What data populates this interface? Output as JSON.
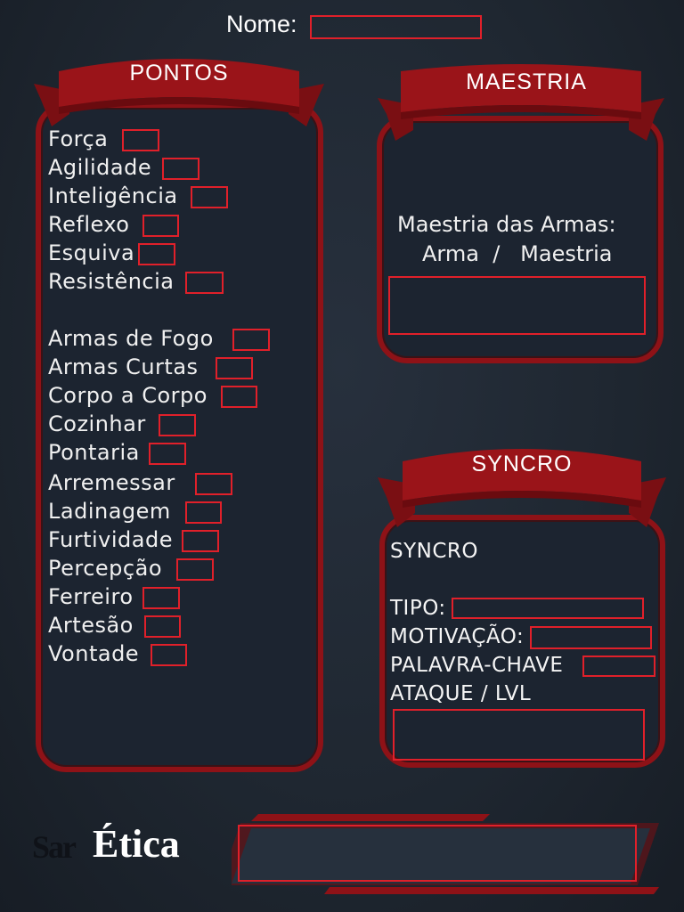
{
  "header": {
    "name_label": "Nome:"
  },
  "pontos": {
    "title": "PONTOS",
    "stats": [
      {
        "label": "Força"
      },
      {
        "label": "Agilidade"
      },
      {
        "label": "Inteligência"
      },
      {
        "label": "Reflexo"
      },
      {
        "label": "Esquiva"
      },
      {
        "label": "Resistência"
      },
      {
        "label": "Armas de Fogo"
      },
      {
        "label": "Armas Curtas"
      },
      {
        "label": "Corpo a Corpo"
      },
      {
        "label": "Cozinhar"
      },
      {
        "label": "Pontaria"
      },
      {
        "label": "Arremessar"
      },
      {
        "label": "Ladinagem"
      },
      {
        "label": "Furtividade"
      },
      {
        "label": "Percepção"
      },
      {
        "label": "Ferreiro"
      },
      {
        "label": "Artesão"
      },
      {
        "label": "Vontade"
      }
    ]
  },
  "maestria": {
    "title": "MAESTRIA",
    "line1": "Maestria das Armas:",
    "line2": "Arma  /   Maestria"
  },
  "syncro": {
    "title": "SYNCRO",
    "heading": "SYNCRO",
    "tipo_label": "TIPO:",
    "motivacao_label": "MOTIVAÇÃO:",
    "palavra_label": "PALAVRA-CHAVE",
    "ataque_label": "ATAQUE / LVL"
  },
  "etica": {
    "label": "Ética",
    "shadow_text": "Sar"
  },
  "colors": {
    "accent_red": "#e0202a",
    "dark_red": "#8e1217",
    "background": "#1f2731"
  }
}
